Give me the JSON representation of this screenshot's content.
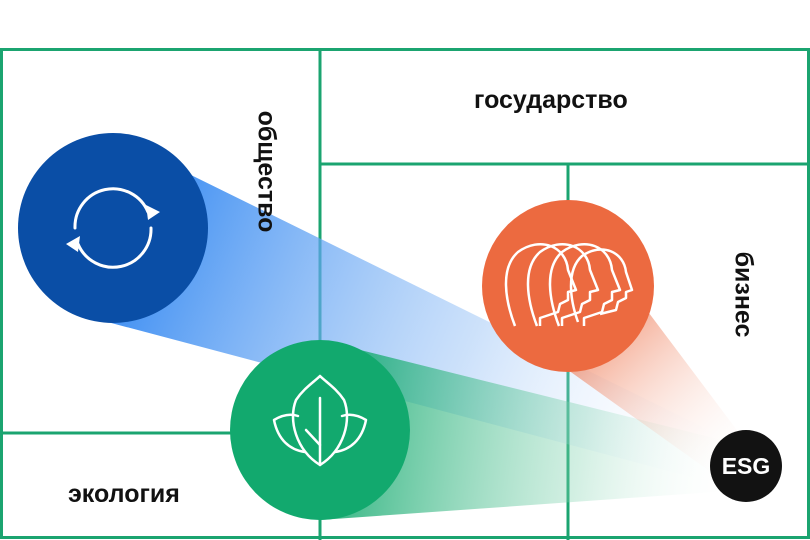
{
  "sectors": {
    "gosudarstvo": "государство",
    "obshchestvo": "общество",
    "biznes": "бизнес",
    "ekologiya": "экология"
  },
  "esg_badge": "ESG",
  "colors": {
    "grid_line": "#1ba470",
    "society_circle": "#0a4ea6",
    "business_circle": "#ec6a40",
    "ecology_circle": "#12a96e",
    "esg_circle": "#121212",
    "society_beam": "#3a8cf2",
    "business_beam": "#ec6a40",
    "ecology_beam": "#12a96e"
  },
  "icons": {
    "society": "refresh-cycle-icon",
    "business": "people-heads-icon",
    "ecology": "leaf-icon"
  }
}
